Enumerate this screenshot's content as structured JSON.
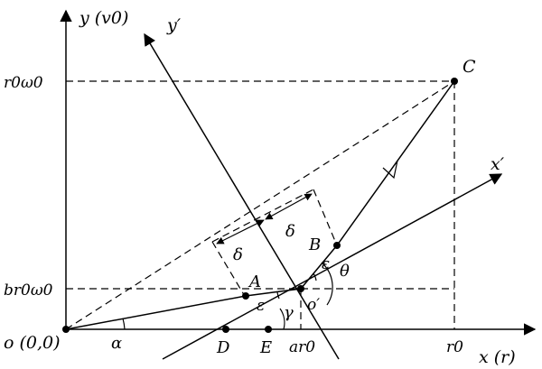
{
  "labels": {
    "y_axis": "y (v0)",
    "x_axis": "x (r)",
    "y_prime": "y′",
    "x_prime": "x′",
    "origin": "o (0,0)",
    "point_C": "C",
    "point_B": "B",
    "point_A": "A",
    "point_D": "D",
    "point_E": "E",
    "o_prime": "o′",
    "y_tick_top": "r0ω0",
    "y_tick_bottom": "br0ω0",
    "x_tick_ar0": "ar0",
    "x_tick_r0": "r0",
    "alpha": "α",
    "gamma": "γ",
    "epsilon_upper": "ε",
    "epsilon_lower": "ε",
    "theta": "θ",
    "delta_left": "δ",
    "delta_right": "δ"
  }
}
